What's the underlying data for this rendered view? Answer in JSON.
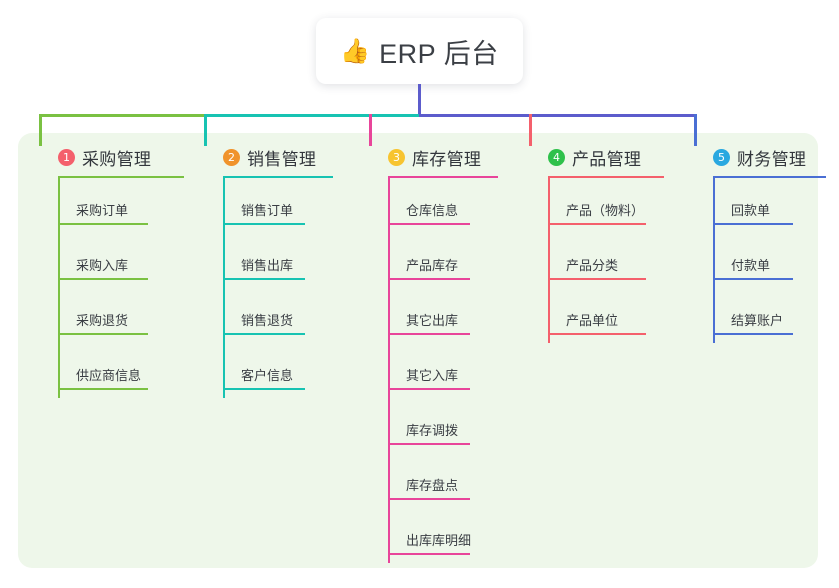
{
  "diagram": {
    "type": "tree-mindmap",
    "root": {
      "icon": "thumbs-up-icon",
      "emoji": "👍",
      "title": "ERP 后台"
    },
    "panel_color": "#eef7ea",
    "root_stem_color": "#5c5ccc",
    "columns": [
      {
        "number": "1",
        "title": "采购管理",
        "badge_color": "#f4606c",
        "line_color": "#7ac142",
        "bus_color": "#7ac142",
        "items": [
          "采购订单",
          "采购入库",
          "采购退货",
          "供应商信息"
        ]
      },
      {
        "number": "2",
        "title": "销售管理",
        "badge_color": "#f0932b",
        "line_color": "#17c3b2",
        "bus_color": "#17c3b2",
        "items": [
          "销售订单",
          "销售出库",
          "销售退货",
          "客户信息"
        ]
      },
      {
        "number": "3",
        "title": "库存管理",
        "badge_color": "#f7c430",
        "line_color": "#e8459a",
        "bus_color": "#5c5ccc",
        "items": [
          "仓库信息",
          "产品库存",
          "其它出库",
          "其它入库",
          "库存调拨",
          "库存盘点",
          "出库库明细"
        ]
      },
      {
        "number": "4",
        "title": "产品管理",
        "badge_color": "#2ec14b",
        "line_color": "#f4606c",
        "bus_color": "#5c5ccc",
        "items": [
          "产品（物料）",
          "产品分类",
          "产品单位"
        ]
      },
      {
        "number": "5",
        "title": "财务管理",
        "badge_color": "#29a8e0",
        "line_color": "#4a6fd4",
        "bus_color": "#5c5ccc",
        "items": [
          "回款单",
          "付款单",
          "结算账户"
        ]
      }
    ]
  }
}
